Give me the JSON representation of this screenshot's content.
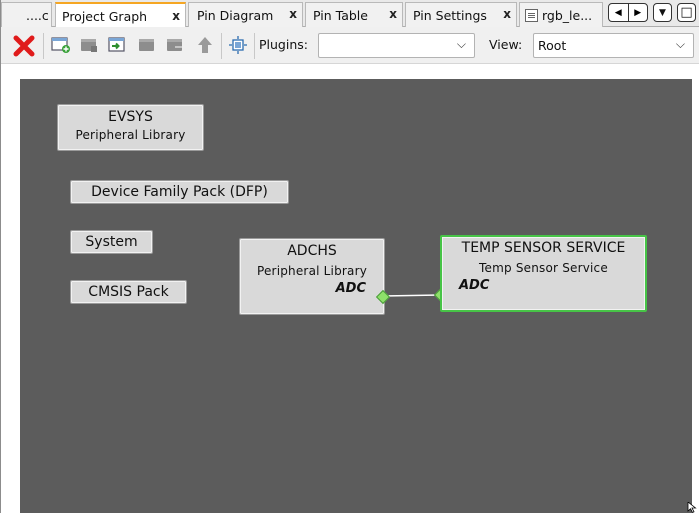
{
  "tabs": [
    {
      "label": "....c",
      "active": false,
      "closable": false
    },
    {
      "label": "Project Graph",
      "active": true,
      "closable": true
    },
    {
      "label": "Pin Diagram",
      "active": false,
      "closable": true
    },
    {
      "label": "Pin Table",
      "active": false,
      "closable": true
    },
    {
      "label": "Pin Settings",
      "active": false,
      "closable": true
    },
    {
      "label": "rgb_le...",
      "active": false,
      "closable": false
    }
  ],
  "tab_close_glyph": "x",
  "tab_nav": {
    "left": "◀",
    "right": "▶",
    "menu": "▼",
    "maximize": "□"
  },
  "toolbar": {
    "icons": [
      "delete-icon",
      "add-component-icon",
      "component-icon",
      "import-icon",
      "component-grey-icon",
      "export-icon",
      "arrow-up-icon",
      "auto-arrange-icon"
    ],
    "plugins_label": "Plugins:",
    "plugins_value": "",
    "view_label": "View:",
    "view_value": "Root",
    "chevron": "⌵"
  },
  "graph": {
    "nodes": {
      "evsys": {
        "title": "EVSYS",
        "subtitle": "Peripheral Library"
      },
      "dfp": {
        "title": "Device Family Pack (DFP)"
      },
      "system": {
        "title": "System"
      },
      "cmsis": {
        "title": "CMSIS Pack"
      },
      "adchs": {
        "title": "ADCHS",
        "subtitle": "Peripheral Library",
        "port": "ADC"
      },
      "temp": {
        "title": "TEMP SENSOR SERVICE",
        "subtitle": "Temp Sensor Service",
        "port": "ADC"
      }
    },
    "connection": {
      "from": "ADCHS.ADC",
      "to": "TEMP SENSOR SERVICE.ADC"
    },
    "colors": {
      "canvas": "#5c5c5c",
      "node": "#d9d9d9",
      "port": "#8ee06a",
      "selected_border": "#47c447"
    }
  }
}
